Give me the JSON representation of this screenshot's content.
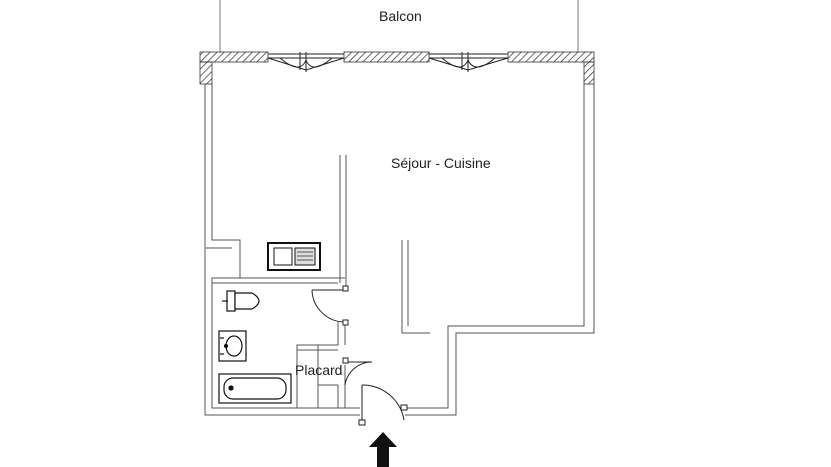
{
  "rooms": {
    "balcon": "Balcon",
    "sejour": "Séjour - Cuisine",
    "placard": "Placard"
  },
  "icons": {
    "windows": [
      "window-icon",
      "window-icon"
    ],
    "kitchen": "kitchen-sink-icon",
    "toilet": "toilet-icon",
    "washbasin": "washbasin-icon",
    "bathtub": "bathtub-icon",
    "doors": [
      "door-swing-icon",
      "door-swing-icon",
      "door-swing-icon"
    ],
    "entrance": "entrance-arrow-icon"
  },
  "colors": {
    "wall_line": "#555555",
    "wall_hatch": "#444444",
    "ink": "#111111"
  }
}
